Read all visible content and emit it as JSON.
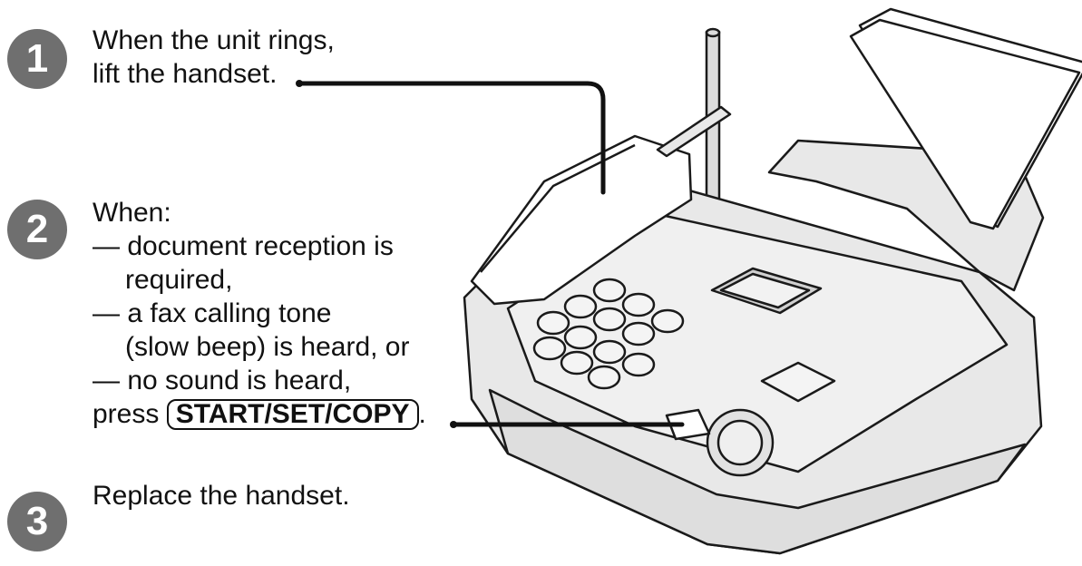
{
  "steps": [
    {
      "number": "1",
      "lines": [
        "When the unit rings,",
        "lift the handset."
      ]
    },
    {
      "number": "2",
      "lines": [
        "When:",
        "— document reception is",
        "required,",
        "— a fax calling tone",
        "(slow beep) is heard, or",
        "— no sound is heard,",
        "press"
      ],
      "key_label": "START/SET/COPY",
      "key_suffix": "."
    },
    {
      "number": "3",
      "lines": [
        "Replace the handset."
      ]
    }
  ],
  "colors": {
    "badge": "#6f6f6f",
    "line": "#111111",
    "device_fill": "#e6e6e6",
    "device_stroke": "#1a1a1a"
  }
}
